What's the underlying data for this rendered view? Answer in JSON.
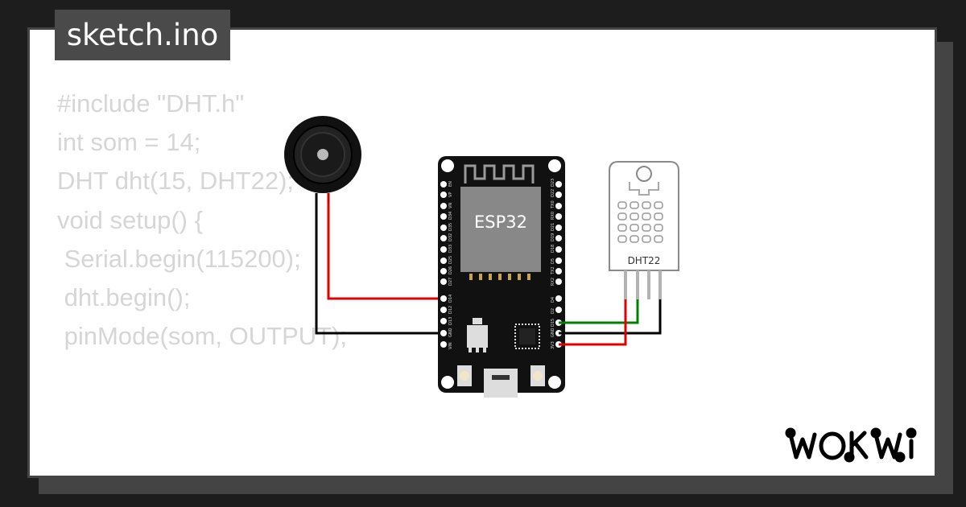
{
  "tab": {
    "filename": "sketch.ino"
  },
  "code": {
    "lines": [
      "#include \"DHT.h\"",
      "int som = 14;",
      "",
      "",
      "DHT dht(15, DHT22);",
      "",
      "void setup() {",
      " Serial.begin(115200);",
      " dht.begin();",
      " pinMode(som, OUTPUT);"
    ]
  },
  "circuit": {
    "board_label": "ESP32",
    "sensor_label": "DHT22",
    "left_pins": [
      "EN",
      "VP",
      "VN",
      "D34",
      "D35",
      "D32",
      "D33",
      "D25",
      "D26",
      "D27",
      "D14",
      "D12",
      "D13",
      "GND",
      "VIN"
    ],
    "right_pins": [
      "D23",
      "D22",
      "TX0",
      "RX0",
      "D21",
      "D19",
      "D18",
      "D5",
      "TX2",
      "RX2",
      "D4",
      "D2",
      "D15",
      "GND",
      "3V3"
    ]
  },
  "colors": {
    "background": "#1d1d1d",
    "card": "#ffffff",
    "tab": "#4a4a4a",
    "code_text": "#d6d6d6",
    "wire_red": "#e00000",
    "wire_green": "#008000",
    "wire_black": "#000000"
  },
  "brand": {
    "logo": "WOKWI"
  }
}
